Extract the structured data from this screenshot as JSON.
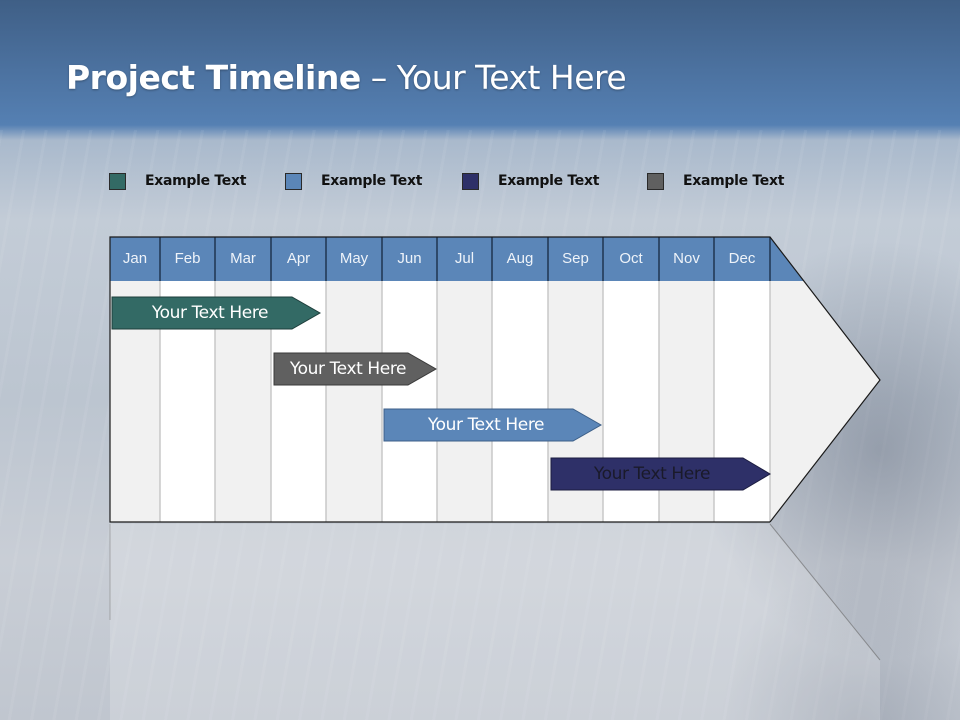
{
  "title": {
    "bold": "Project Timeline",
    "rest": " – Your Text Here"
  },
  "legend": [
    {
      "label": "Example Text",
      "color": "#336a65"
    },
    {
      "label": "Example Text",
      "color": "#5b86b8"
    },
    {
      "label": "Example Text",
      "color": "#2e3068"
    },
    {
      "label": "Example Text",
      "color": "#606060"
    }
  ],
  "months": [
    "Jan",
    "Feb",
    "Mar",
    "Apr",
    "May",
    "Jun",
    "Jul",
    "Aug",
    "Sep",
    "Oct",
    "Nov",
    "Dec"
  ],
  "colors": {
    "header": "#5b86b8",
    "cell_light": "#f1f1f1",
    "cell_white": "#ffffff",
    "grid_line": "#c8c8c8"
  },
  "bars": [
    {
      "label": "Your  Text Here",
      "start_month": "Jan",
      "end_month": "Apr",
      "color": "#336a65",
      "text_color": "#ffffff"
    },
    {
      "label": "Your  Text Here",
      "start_month": "Apr",
      "end_month": "Jun",
      "color": "#606060",
      "text_color": "#ffffff"
    },
    {
      "label": "Your  Text Here",
      "start_month": "Jun",
      "end_month": "Sep",
      "color": "#5b86b8",
      "text_color": "#ffffff"
    },
    {
      "label": "Your  Text Here",
      "start_month": "Sep",
      "end_month": "Dec",
      "color": "#2e3068",
      "text_color": "#1a1a2a"
    }
  ]
}
